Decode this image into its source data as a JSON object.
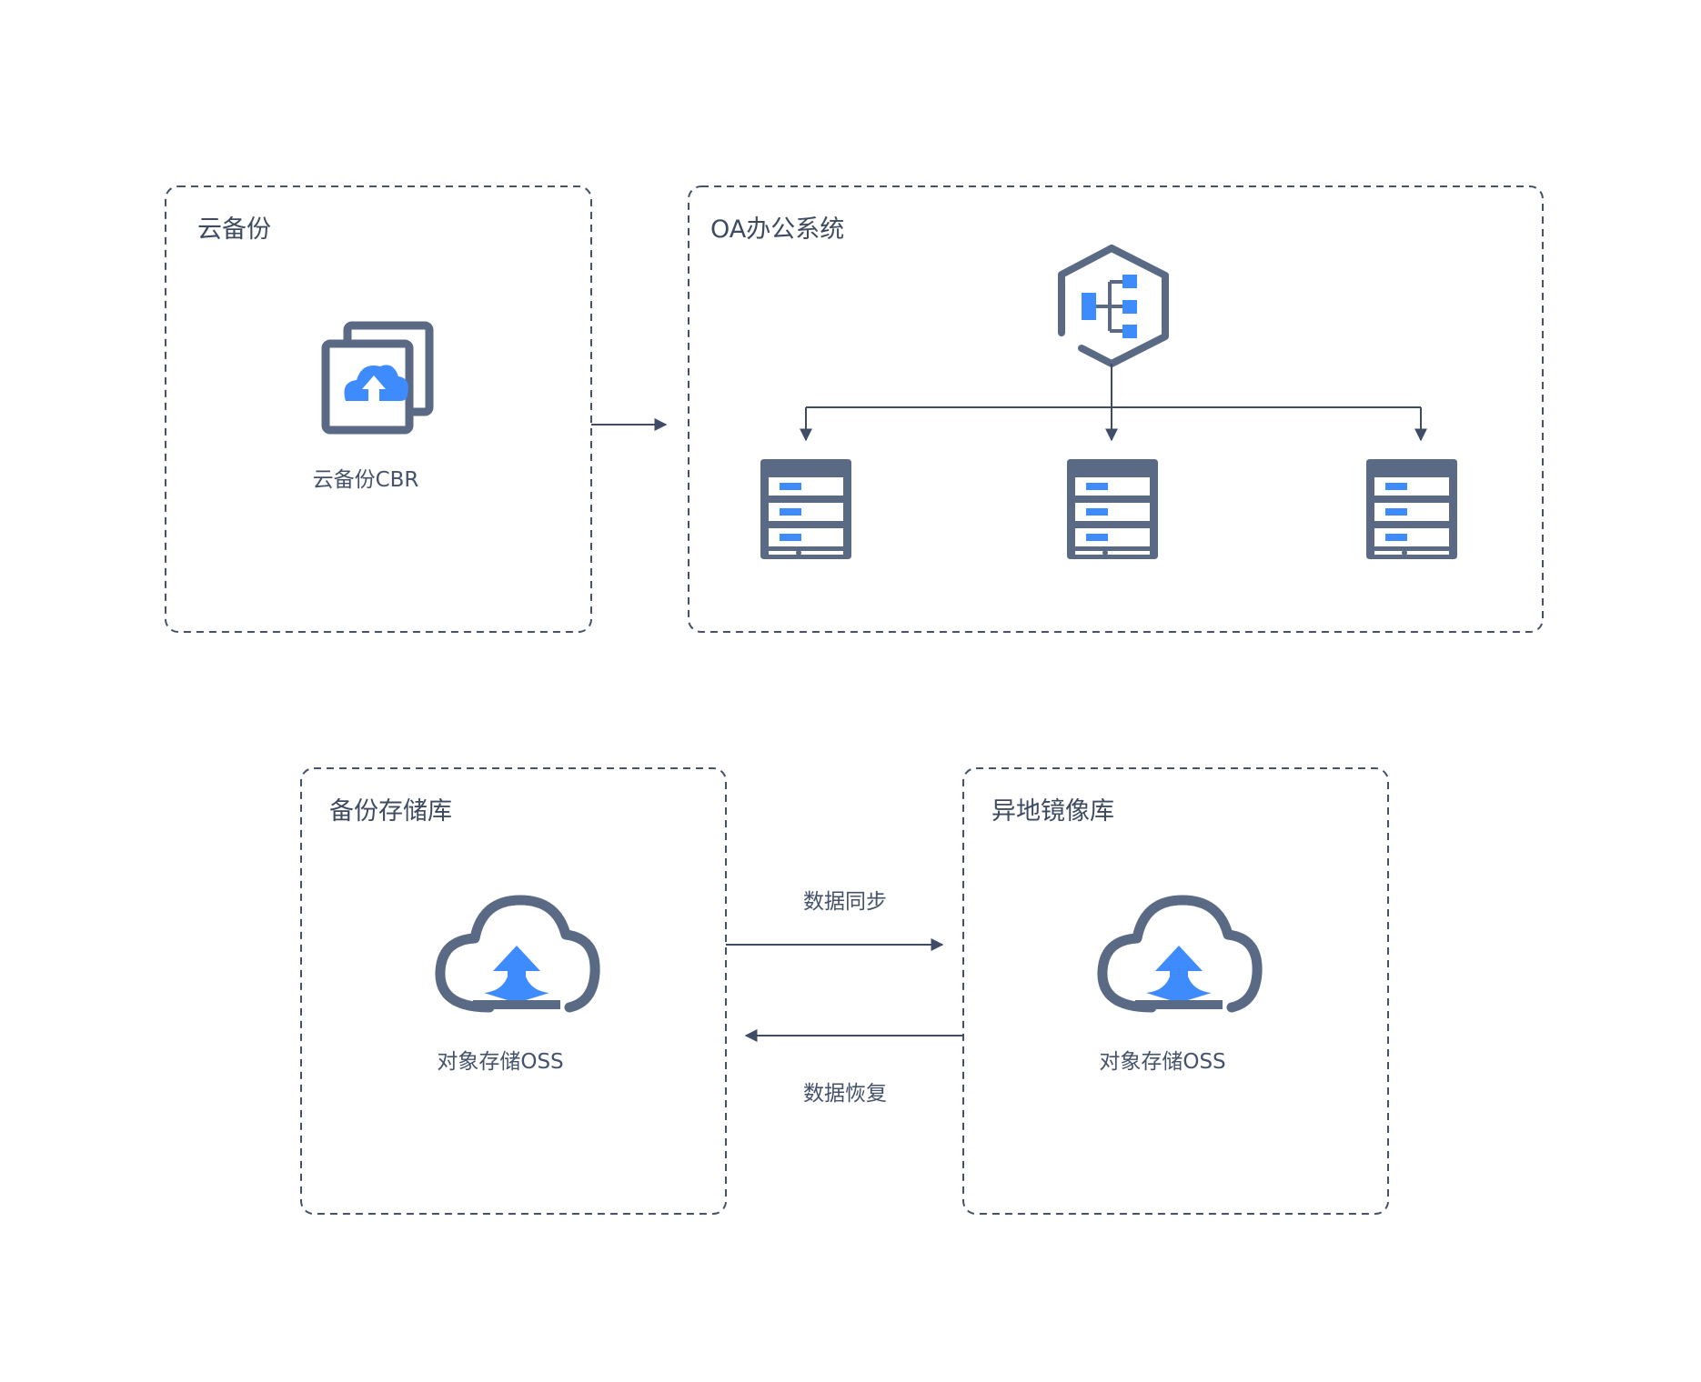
{
  "colors": {
    "border": "#44526b",
    "icon_gray": "#5a6a85",
    "icon_blue": "#3d8bfd",
    "line": "#3e4c66"
  },
  "groups": {
    "cloud_backup": {
      "title": "云备份",
      "service_label": "云备份CBR",
      "icon": "cloud-backup-icon"
    },
    "oa_system": {
      "title": "OA办公系统",
      "balancer_icon": "load-balancer-icon",
      "server_icon": "server-icon",
      "server_count": 3
    },
    "backup_vault": {
      "title": "备份存储库",
      "service_label": "对象存储OSS",
      "icon": "oss-upload-cloud-icon"
    },
    "remote_mirror": {
      "title": "异地镜像库",
      "service_label": "对象存储OSS",
      "icon": "oss-upload-cloud-icon"
    }
  },
  "flows": {
    "sync_label": "数据同步",
    "restore_label": "数据恢复"
  }
}
